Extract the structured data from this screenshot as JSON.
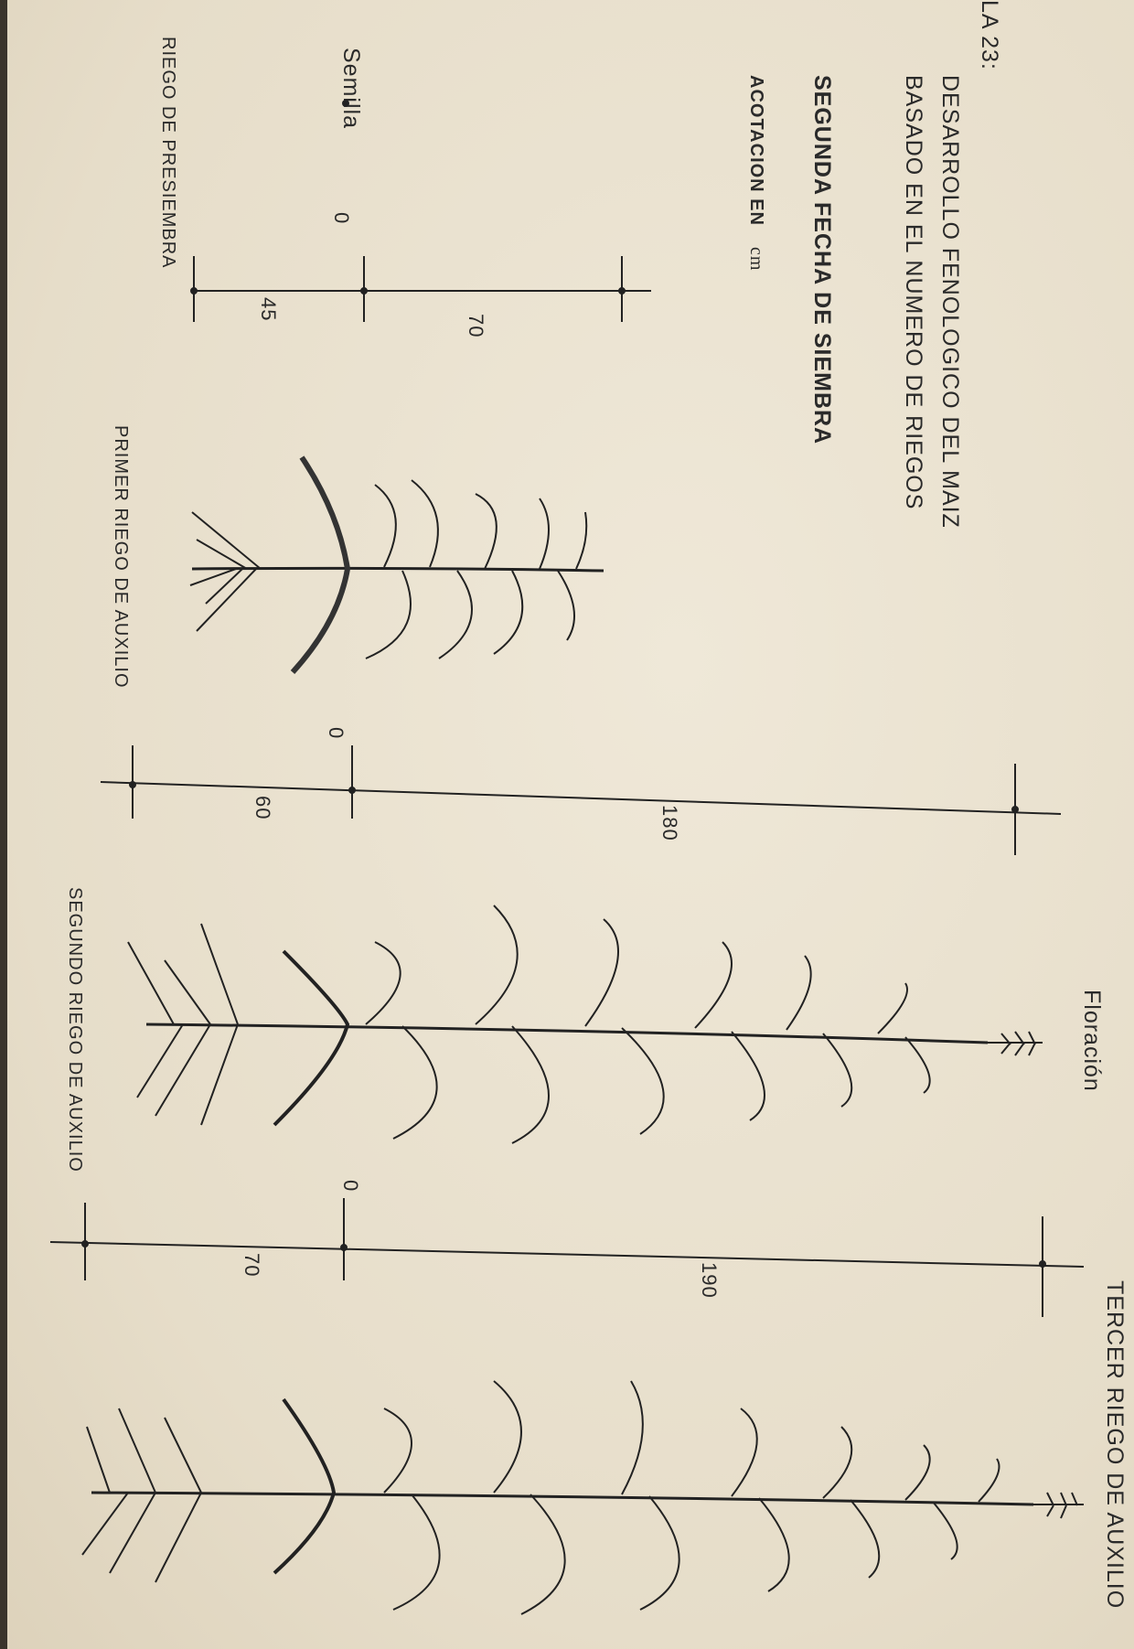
{
  "header": {
    "figure_fragment": "LA 23:",
    "title_line1": "DESARROLLO FENOLOGICO DEL MAIZ",
    "title_line2": "BASADO EN EL NUMERO DE RIEGOS",
    "subtitle": "SEGUNDA FECHA DE SIEMBRA",
    "units_label": "ACOTACION EN",
    "units": "cm"
  },
  "stages": [
    {
      "name": "RIEGO DE PRESIEMBRA",
      "annotation": "Semilla",
      "scale": {
        "zero": "0",
        "below": "45",
        "above": "70"
      }
    },
    {
      "name": "PRIMER RIEGO DE AUXILIO",
      "scale": {
        "zero": "0",
        "below": "60",
        "above": "180"
      }
    },
    {
      "name": "SEGUNDO RIEGO DE AUXILIO",
      "annotation": "Floración",
      "scale": {
        "zero": "0",
        "below": "70",
        "above": "190"
      }
    },
    {
      "name": "TERCER RIEGO DE AUXILIO"
    }
  ],
  "colors": {
    "paper": "#e9e1cf",
    "ink": "#2a2a2a"
  }
}
